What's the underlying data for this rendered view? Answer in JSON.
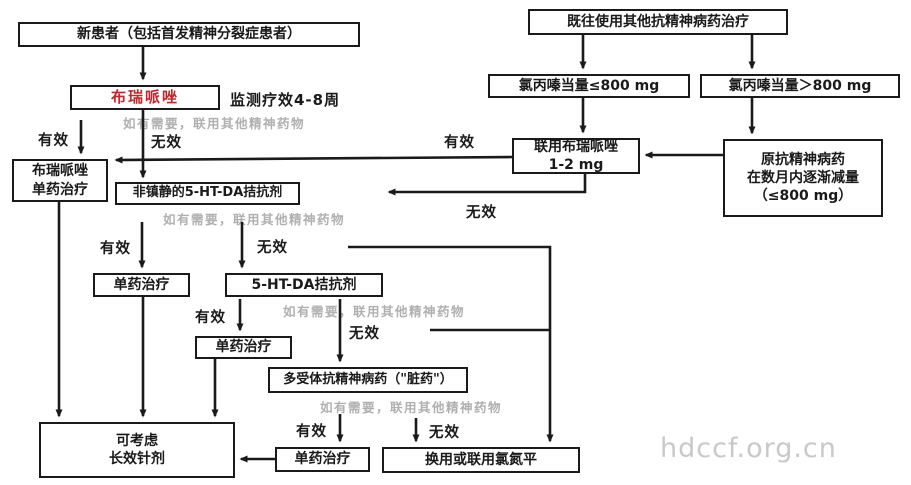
{
  "diagram": {
    "watermark": "hdccf.org.cn",
    "colors": {
      "background": "#ffffff",
      "line": "#1a1a1a",
      "accent_red": "#c1272d",
      "gray_note": "#b0b0b0",
      "watermark_gray": "#c9c9c9"
    },
    "edge_labels": {
      "effective": "有效",
      "ineffective": "无效"
    },
    "notes": {
      "monitor": "监测疗效4-8周",
      "adjunct": "如有需要，联用其他精神药物"
    },
    "nodes": {
      "new_patient": "新患者（包括首发精神分裂症患者）",
      "prior_antipsychotic": "既往使用其他抗精神病药治疗",
      "cpz_le_800": "氯丙嗪当量≤800 mg",
      "cpz_gt_800": "氯丙嗪当量＞800 mg",
      "brexpiprazole": "布瑞哌唑",
      "brexpiprazole_monotherapy": "布瑞哌唑\n单药治疗",
      "nonsedating_antagonist": "非镇静的5-HT-DA拮抗剂",
      "adjunct_brexpiprazole": "联用布瑞哌唑\n1-2 mg",
      "taper_original": "原抗精神病药\n在数月内逐渐减量\n（≤800 mg）",
      "monotherapy_1": "单药治疗",
      "ht_da_antagonist": "5-HT-DA拮抗剂",
      "monotherapy_2": "单药治疗",
      "multireceptor": "多受体抗精神病药（\"脏药\"）",
      "monotherapy_3": "单药治疗",
      "clozapine": "换用或联用氯氮平",
      "lai": "可考虑\n长效针剂"
    }
  }
}
